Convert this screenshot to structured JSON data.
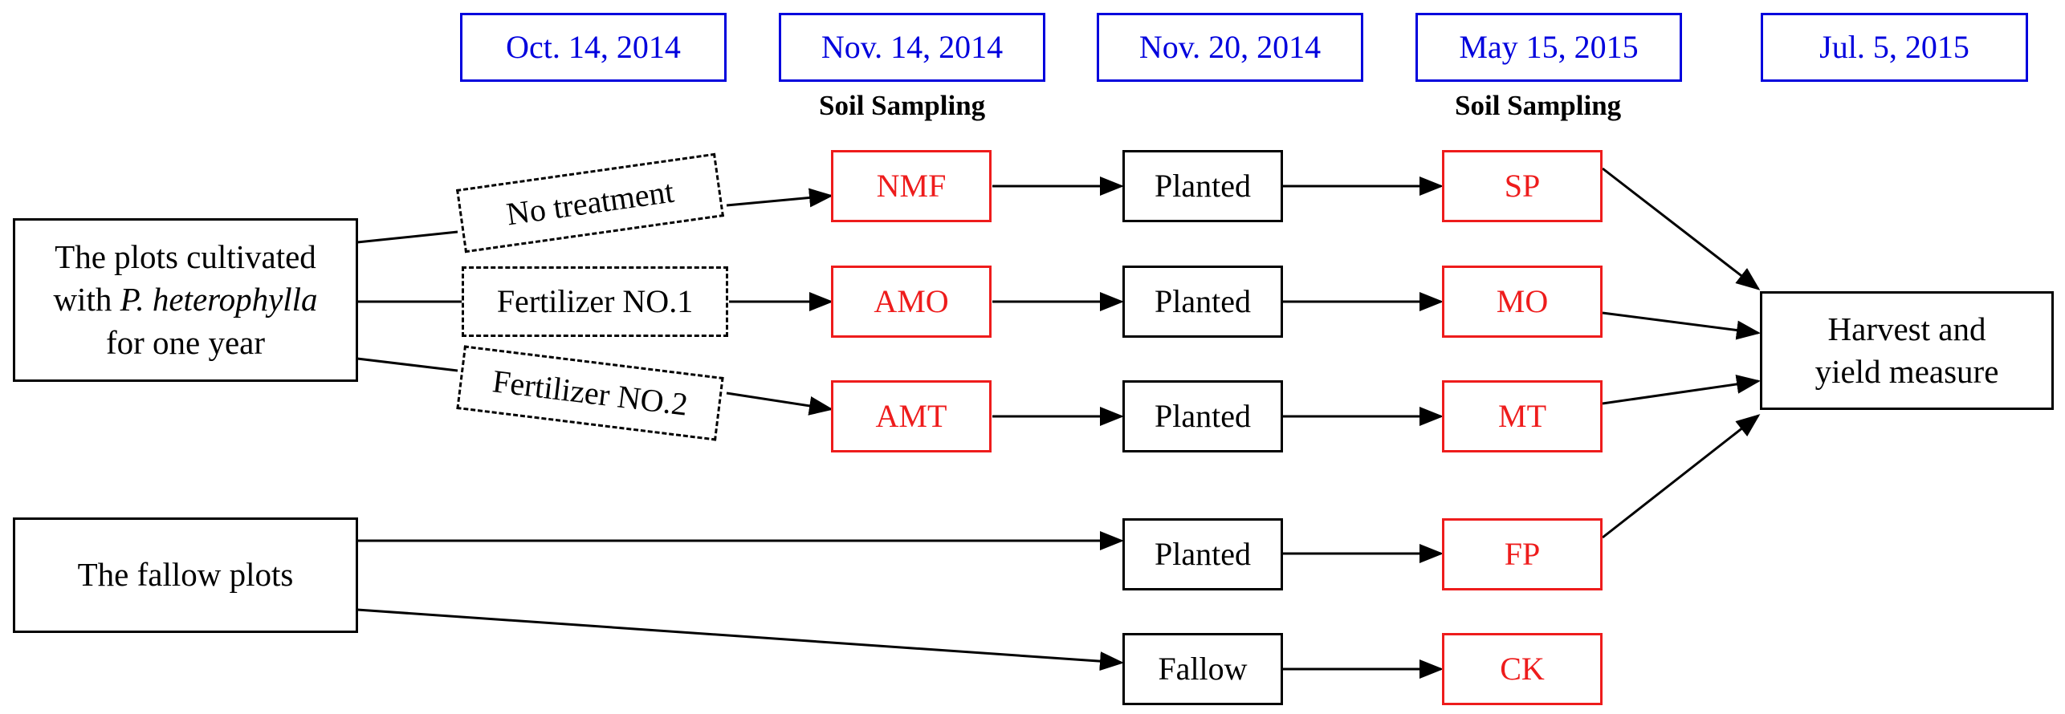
{
  "dates": [
    "Oct. 14, 2014",
    "Nov. 14, 2014",
    "Nov. 20, 2014",
    "May 15, 2015",
    "Jul. 5, 2015"
  ],
  "sampling_label": "Soil Sampling",
  "source_plots": {
    "cultivated": {
      "line1": "The plots cultivated",
      "line2_prefix": "with",
      "line2_italic": "P. heterophylla",
      "line3": "for one year"
    },
    "fallow": "The fallow plots"
  },
  "treatments": [
    "No treatment",
    "Fertilizer NO.1",
    "Fertilizer NO.2"
  ],
  "nov14_groups": [
    "NMF",
    "AMO",
    "AMT"
  ],
  "nov20_status": [
    "Planted",
    "Planted",
    "Planted",
    "Planted",
    "Fallow"
  ],
  "may15_groups": [
    "SP",
    "MO",
    "MT",
    "FP",
    "CK"
  ],
  "final": {
    "line1": "Harvest and",
    "line2": "yield measure"
  },
  "colors": {
    "date": "#0000dd",
    "group": "#ee1c1c",
    "line": "#000000"
  }
}
